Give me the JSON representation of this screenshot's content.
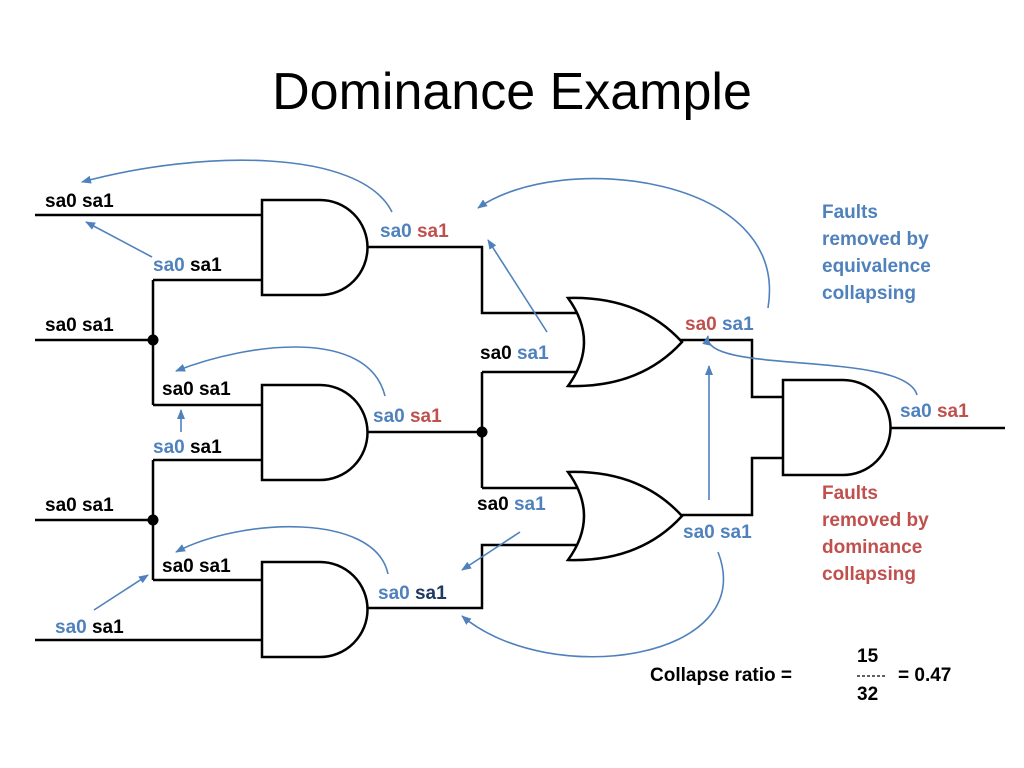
{
  "title": "Dominance Example",
  "colors": {
    "equivalence": "#4f81bd",
    "dominance": "#c0504d",
    "neutral": "#000000"
  },
  "labels": {
    "in1": {
      "a": "sa0",
      "b": "sa1"
    },
    "and1_in2": {
      "a": "sa0",
      "b": "sa1"
    },
    "in2": {
      "a": "sa0",
      "b": "sa1"
    },
    "and2_in1": {
      "a": "sa0",
      "b": "sa1"
    },
    "and2_in2": {
      "a": "sa0",
      "b": "sa1"
    },
    "in3": {
      "a": "sa0",
      "b": "sa1"
    },
    "and3_in1": {
      "a": "sa0",
      "b": "sa1"
    },
    "in4": {
      "a": "sa0",
      "b": "sa1"
    },
    "and1_out": {
      "a": "sa0",
      "b": "sa1"
    },
    "and2_out": {
      "a": "sa0",
      "b": "sa1"
    },
    "and3_out": {
      "a": "sa0",
      "b": "sa1"
    },
    "or1_in2": {
      "a": "sa0",
      "b": "sa1"
    },
    "or2_in1": {
      "a": "sa0",
      "b": "sa1"
    },
    "or1_out": {
      "a": "sa0",
      "b": "sa1"
    },
    "or2_out": {
      "a": "sa0",
      "b": "sa1"
    },
    "out": {
      "a": "sa0",
      "b": "sa1"
    }
  },
  "notes": {
    "equivalence": "Faults\nremoved by\nequivalence\ncollapsing",
    "dominance": "Faults\nremoved by\ndominance\ncollapsing"
  },
  "ratio": {
    "label": "Collapse ratio =",
    "numerator": "15",
    "dashes": "-----",
    "denominator": "32",
    "result": "= 0.47"
  }
}
